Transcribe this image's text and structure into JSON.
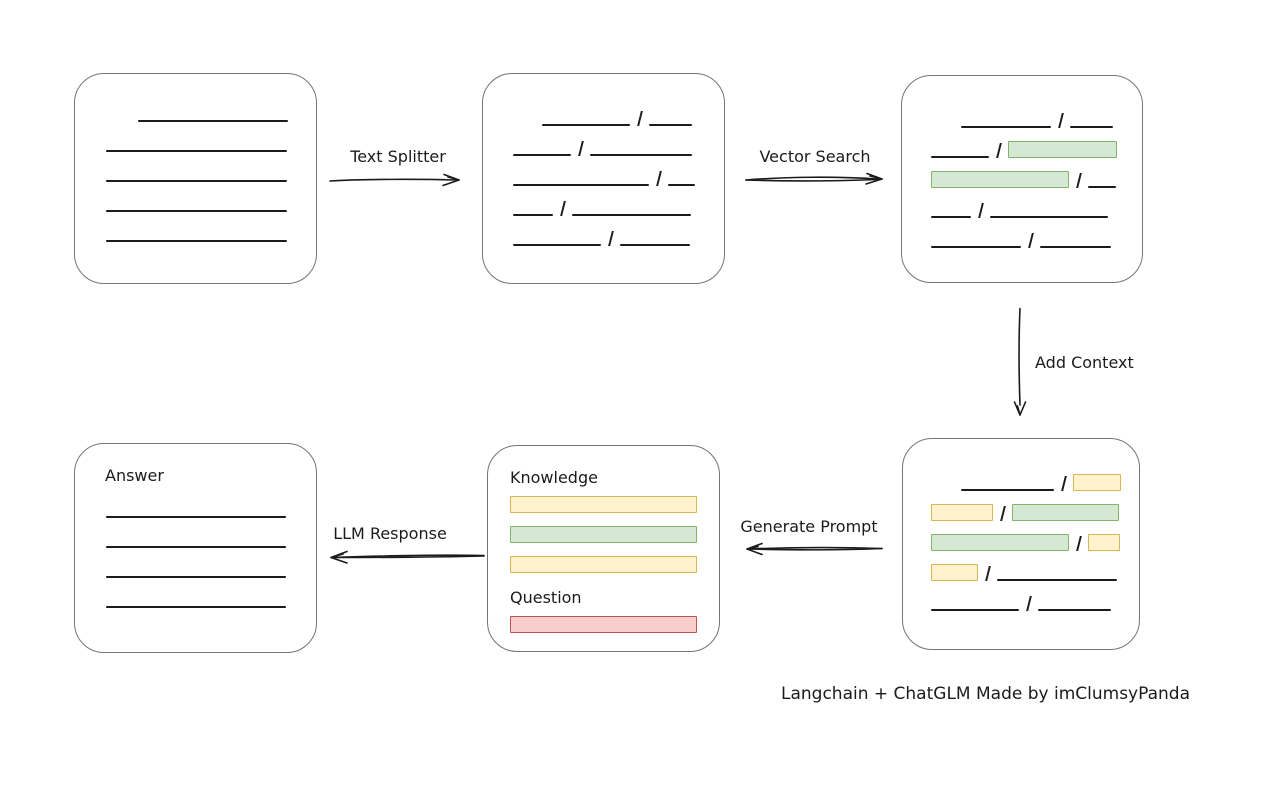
{
  "caption": "Langchain + ChatGLM Made by imClumsyPanda",
  "arrow_labels": {
    "text_splitter": "Text Splitter",
    "vector_search": "Vector Search",
    "add_context": "Add Context",
    "generate_prompt": "Generate Prompt",
    "llm_response": "LLM Response"
  },
  "colors": {
    "ink": "#1b1b1b",
    "box_border": "#757575",
    "green_fill": "#d5e8d4",
    "green_border": "#82b366",
    "yellow_fill": "#fff2cc",
    "yellow_border": "#d6b656",
    "red_fill": "#f8cecc",
    "red_border": "#b85450"
  },
  "boxes": {
    "source_document": {
      "rows": [
        {
          "indent": 32,
          "segments": [
            {
              "t": "line",
              "w": 150
            }
          ]
        },
        {
          "segments": [
            {
              "t": "line",
              "w": 181
            }
          ]
        },
        {
          "segments": [
            {
              "t": "line",
              "w": 181
            }
          ]
        },
        {
          "segments": [
            {
              "t": "line",
              "w": 181
            }
          ]
        },
        {
          "segments": [
            {
              "t": "line",
              "w": 181
            }
          ]
        }
      ]
    },
    "split_document": {
      "rows": [
        {
          "indent": 29,
          "segments": [
            {
              "t": "line",
              "w": 88
            },
            {
              "t": "slash"
            },
            {
              "t": "line",
              "w": 43
            }
          ]
        },
        {
          "segments": [
            {
              "t": "line",
              "w": 58
            },
            {
              "t": "slash"
            },
            {
              "t": "line",
              "w": 102
            }
          ]
        },
        {
          "segments": [
            {
              "t": "line",
              "w": 136
            },
            {
              "t": "slash"
            },
            {
              "t": "line",
              "w": 27
            }
          ]
        },
        {
          "segments": [
            {
              "t": "line",
              "w": 40
            },
            {
              "t": "slash"
            },
            {
              "t": "line",
              "w": 119
            }
          ]
        },
        {
          "segments": [
            {
              "t": "line",
              "w": 88
            },
            {
              "t": "slash"
            },
            {
              "t": "line",
              "w": 70
            }
          ]
        }
      ]
    },
    "matched_document": {
      "rows": [
        {
          "indent": 30,
          "segments": [
            {
              "t": "line",
              "w": 90
            },
            {
              "t": "slash"
            },
            {
              "t": "line",
              "w": 43
            }
          ]
        },
        {
          "segments": [
            {
              "t": "line",
              "w": 58
            },
            {
              "t": "slash"
            },
            {
              "t": "chunk",
              "c": "green",
              "w": 109
            }
          ]
        },
        {
          "segments": [
            {
              "t": "chunk",
              "c": "green",
              "w": 138
            },
            {
              "t": "slash"
            },
            {
              "t": "line",
              "w": 28
            }
          ]
        },
        {
          "segments": [
            {
              "t": "line",
              "w": 40
            },
            {
              "t": "slash"
            },
            {
              "t": "line",
              "w": 118
            }
          ]
        },
        {
          "segments": [
            {
              "t": "line",
              "w": 90
            },
            {
              "t": "slash"
            },
            {
              "t": "line",
              "w": 71
            }
          ]
        }
      ]
    },
    "context_document": {
      "rows": [
        {
          "indent": 30,
          "segments": [
            {
              "t": "line",
              "w": 93
            },
            {
              "t": "slash"
            },
            {
              "t": "chunk",
              "c": "yellow",
              "w": 48
            }
          ]
        },
        {
          "segments": [
            {
              "t": "chunk",
              "c": "yellow",
              "w": 62
            },
            {
              "t": "slash"
            },
            {
              "t": "chunk",
              "c": "green",
              "w": 107
            }
          ]
        },
        {
          "segments": [
            {
              "t": "chunk",
              "c": "green",
              "w": 138
            },
            {
              "t": "slash"
            },
            {
              "t": "chunk",
              "c": "yellow",
              "w": 32
            }
          ]
        },
        {
          "segments": [
            {
              "t": "chunk",
              "c": "yellow",
              "w": 47
            },
            {
              "t": "slash"
            },
            {
              "t": "line",
              "w": 120
            }
          ]
        },
        {
          "segments": [
            {
              "t": "line",
              "w": 88
            },
            {
              "t": "slash"
            },
            {
              "t": "line",
              "w": 73
            }
          ]
        }
      ]
    },
    "prompt": {
      "sections": [
        {
          "label": "Knowledge",
          "bars": [
            "yellow",
            "green",
            "yellow"
          ]
        },
        {
          "label": "Question",
          "bars": [
            "red"
          ]
        }
      ]
    },
    "answer": {
      "label": "Answer",
      "rows": [
        {
          "segments": [
            {
              "t": "line",
              "w": 180
            }
          ]
        },
        {
          "segments": [
            {
              "t": "line",
              "w": 180
            }
          ]
        },
        {
          "segments": [
            {
              "t": "line",
              "w": 180
            }
          ]
        },
        {
          "segments": [
            {
              "t": "line",
              "w": 180
            }
          ]
        }
      ]
    }
  }
}
